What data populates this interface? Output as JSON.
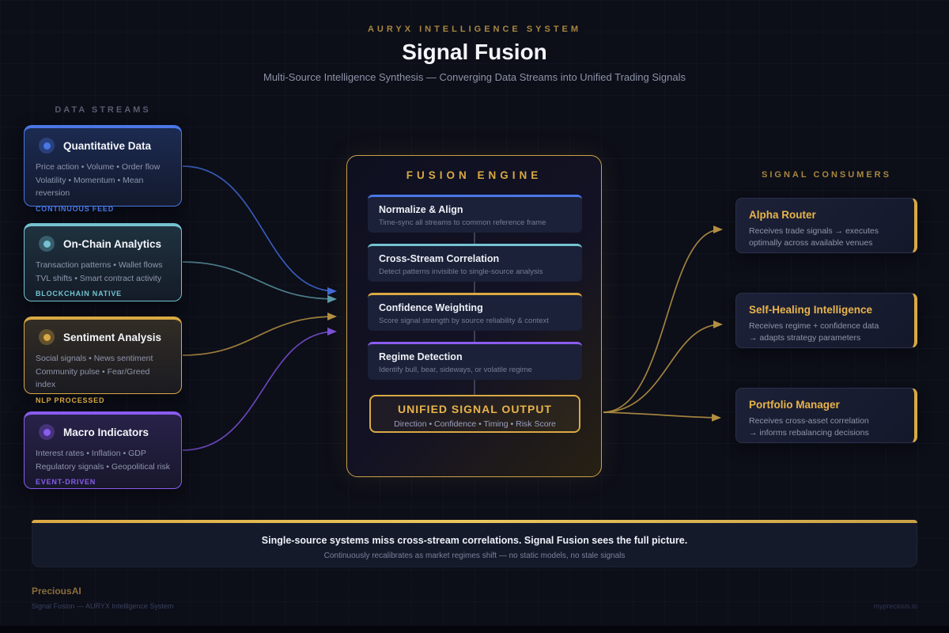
{
  "header": {
    "eyebrow": "AURYX INTELLIGENCE SYSTEM",
    "title": "Signal Fusion",
    "subtitle": "Multi-Source Intelligence Synthesis — Converging Data Streams into Unified Trading Signals"
  },
  "streams": {
    "label": "DATA STREAMS",
    "items": [
      {
        "title": "Quantitative Data",
        "line1": "Price action • Volume • Order flow",
        "line2": "Volatility • Momentum • Mean reversion",
        "tag": "CONTINUOUS FEED"
      },
      {
        "title": "On-Chain Analytics",
        "line1": "Transaction patterns • Wallet flows",
        "line2": "TVL shifts • Smart contract activity",
        "tag": "BLOCKCHAIN NATIVE"
      },
      {
        "title": "Sentiment Analysis",
        "line1": "Social signals • News sentiment",
        "line2": "Community pulse • Fear/Greed index",
        "tag": "NLP PROCESSED"
      },
      {
        "title": "Macro Indicators",
        "line1": "Interest rates • Inflation • GDP",
        "line2": "Regulatory signals • Geopolitical risk",
        "tag": "EVENT-DRIVEN"
      }
    ]
  },
  "engine": {
    "title": "FUSION ENGINE",
    "stages": [
      {
        "title": "Normalize & Align",
        "desc": "Time-sync all streams to common reference frame"
      },
      {
        "title": "Cross-Stream Correlation",
        "desc": "Detect patterns invisible to single-source analysis"
      },
      {
        "title": "Confidence Weighting",
        "desc": "Score signal strength by source reliability & context"
      },
      {
        "title": "Regime Detection",
        "desc": "Identify bull, bear, sideways, or volatile regime"
      }
    ],
    "output": {
      "title": "UNIFIED SIGNAL OUTPUT",
      "desc": "Direction • Confidence • Timing • Risk Score"
    }
  },
  "consumers": {
    "label": "SIGNAL CONSUMERS",
    "items": [
      {
        "title": "Alpha Router",
        "line1": "Receives trade signals → executes",
        "line2": "optimally across available venues"
      },
      {
        "title": "Self-Healing Intelligence",
        "line1": "Receives regime + confidence data",
        "line2": "→ adapts strategy parameters"
      },
      {
        "title": "Portfolio Manager",
        "line1": "Receives cross-asset correlation",
        "line2": "→ informs rebalancing decisions"
      }
    ]
  },
  "banner": {
    "headline": "Single-source systems miss cross-stream correlations. Signal Fusion sees the full picture.",
    "subtext": "Continuously recalibrates as market regimes shift — no static models, no stale signals"
  },
  "footer": {
    "brand": "PreciousAI",
    "caption": "Signal Fusion — AURYX Intelligence System",
    "domain": "myprecious.io"
  },
  "colors": {
    "blue": "#3f69d6",
    "teal": "#5b98a6",
    "gold": "#b38f42",
    "purple": "#7a4fd4",
    "accent_gold": "#d9a943"
  }
}
